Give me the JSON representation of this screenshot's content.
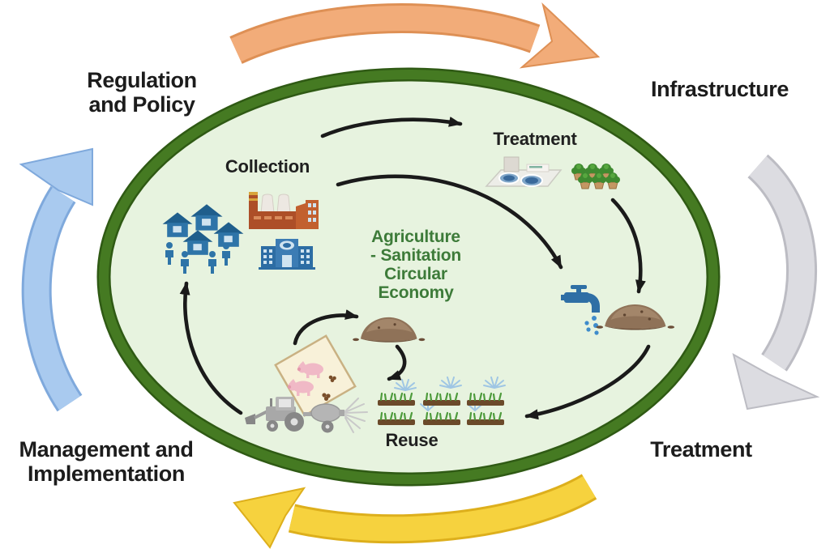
{
  "center_label": "Agriculture\n- Sanitation\nCircular\nEconomy",
  "outer_labels": {
    "top_left": "Regulation\nand Policy",
    "top_right": "Infrastructure",
    "bottom_right": "Treatment",
    "bottom_left": "Management and\nImplementation"
  },
  "stage_labels": {
    "collection": "Collection",
    "treatment": "Treatment",
    "reuse": "Reuse"
  },
  "outer_arrows": [
    {
      "position": "top",
      "color": "#F2AC79",
      "direction": "pointing-right"
    },
    {
      "position": "right",
      "color": "#DCDCE1",
      "direction": "pointing-down"
    },
    {
      "position": "bottom",
      "color": "#F6D23E",
      "direction": "pointing-left"
    },
    {
      "position": "left",
      "color": "#A9CAEF",
      "direction": "pointing-up"
    }
  ],
  "flow_arrows": [
    "collection-to-treatment",
    "collection-to-water",
    "treatment-to-compost",
    "compost-to-reuse-field",
    "reuse-to-collection",
    "manure-card-to-compost",
    "compost-to-spreading"
  ],
  "icons": {
    "community": "houses-and-people-icon",
    "factory": "factory-icon",
    "public_building": "public-building-icon",
    "treatment_plant": "treatment-tanks-icon",
    "seedling_trays": "potted-plants-icon",
    "water_tap": "faucet-with-drops-icon",
    "compost_right": "compost-pile-icon",
    "compost_center": "compost-pile-icon",
    "manure_card": "pig-manure-card-icon",
    "tractor": "tractor-sprayer-icon",
    "crops": "irrigated-crop-beds-icon"
  },
  "colors": {
    "ring_green": "#457A22",
    "circle_fill": "#E7F3DF",
    "center_text_green": "#3D7B39",
    "label_black": "#1C1C1C",
    "flow_black": "#1A1A1A",
    "arrow_orange": "#F2AC79",
    "arrow_orange_edge": "#DE9055",
    "arrow_blue": "#A9CAEF",
    "arrow_blue_edge": "#7FA9DC",
    "arrow_yellow": "#F6D23E",
    "arrow_yellow_edge": "#DDAF1C",
    "arrow_gray": "#DCDCE1",
    "arrow_gray_edge": "#BCBCC3",
    "house_blue": "#2E74A8",
    "house_dark": "#1F5E8C",
    "factory_orange": "#AD4F28",
    "building_blue": "#2D6DA4",
    "water_blue": "#2F6FA5",
    "drop_blue": "#3F8CCB",
    "compost_brown": "#8F7258",
    "compost_dark": "#6B4E38",
    "pig_pink": "#F0B9C6",
    "card_cream": "#F8F1D9",
    "card_border": "#C9B183",
    "tractor_gray": "#A8A8A8",
    "crop_green": "#4E9B3C",
    "bed_brown": "#6B4A2A",
    "spray_blue": "#9FC6E4",
    "plant_green": "#3F8A30",
    "pot_brown": "#C49763"
  }
}
